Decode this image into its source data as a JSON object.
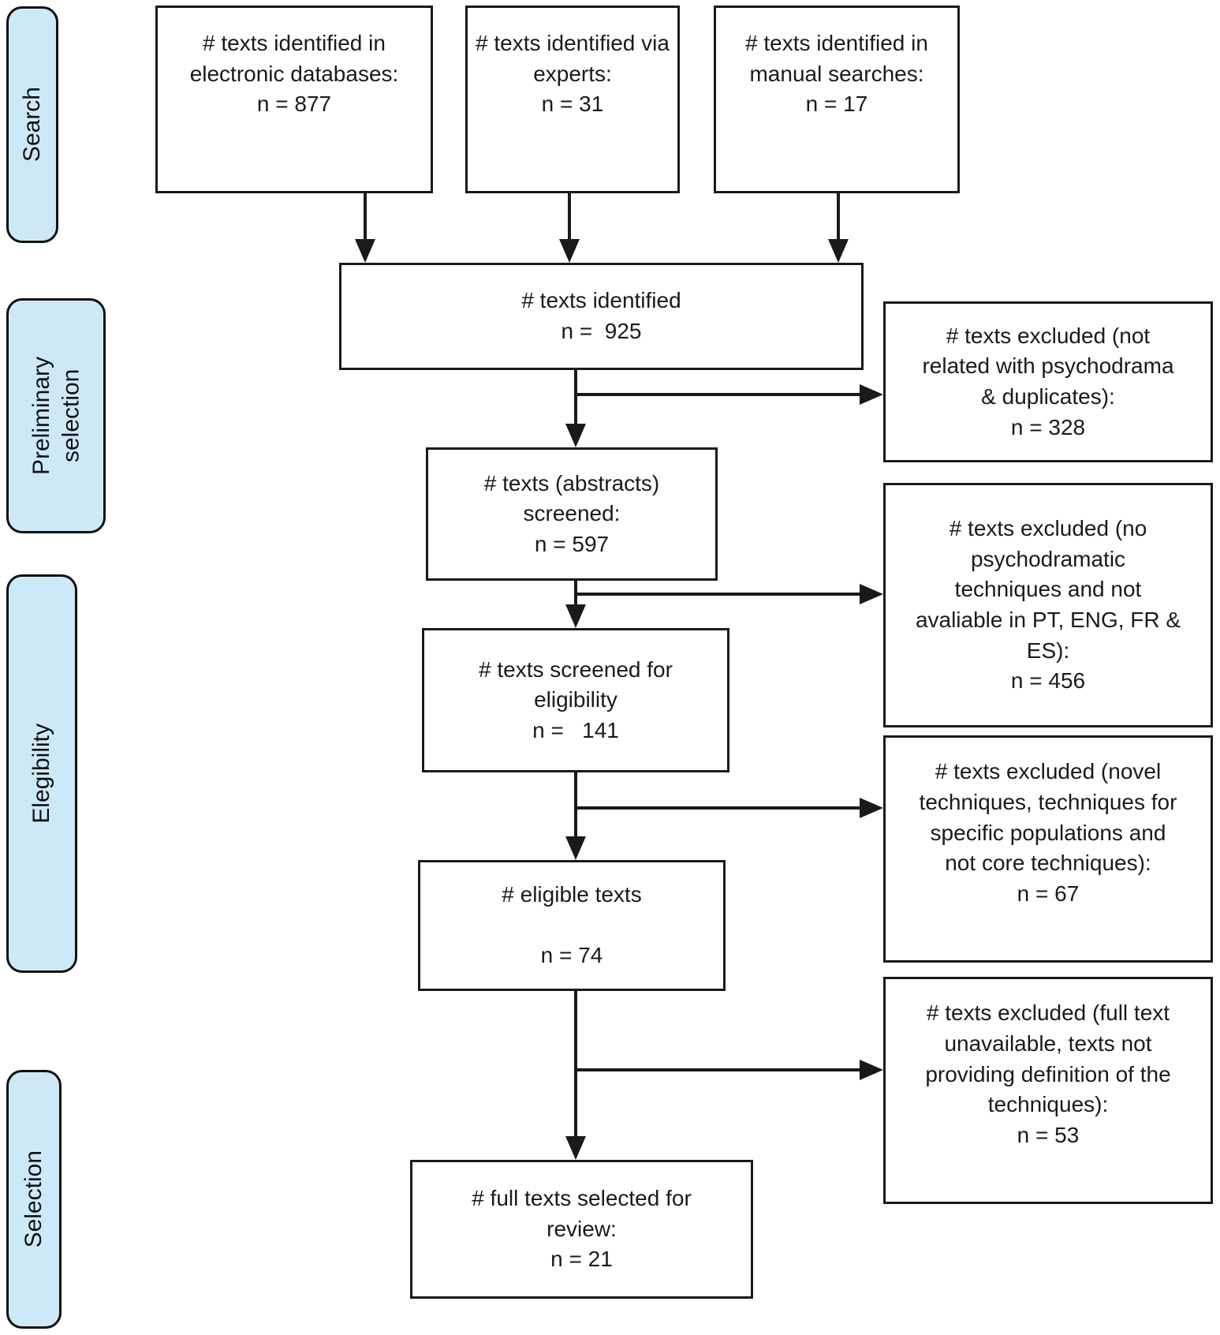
{
  "stages": [
    {
      "label": "Search"
    },
    {
      "label": "Preliminary\nselection"
    },
    {
      "label": "Elegibility"
    },
    {
      "label": "Selection"
    }
  ],
  "boxes": {
    "electronic": "# texts identified in\nelectronic databases:\nn = 877",
    "experts": "# texts identified via\nexperts:\nn = 31",
    "manual": "# texts identified in\nmanual searches:\nn = 17",
    "identified": "# texts identified\nn =  925",
    "abstracts_screened": "# texts (abstracts)\nscreened:\nn = 597",
    "eligibility_screened": "# texts screened for\neligibility\nn =   141",
    "eligible": "# eligible texts\n\nn = 74",
    "selected": "# full texts selected for\nreview:\nn = 21"
  },
  "excluded": [
    {
      "text": "# texts excluded (not\nrelated with psychodrama\n& duplicates):\nn = 328"
    },
    {
      "text": "# texts excluded (no\npsychodramatic\ntechniques and not\navaliable in PT, ENG, FR &\nES):\nn = 456"
    },
    {
      "text": "# texts excluded (novel\ntechniques, techniques for\nspecific populations and\nnot core techniques):\nn = 67"
    },
    {
      "text": "# texts excluded (full text\nunavailable, texts not\nproviding definition of the\ntechniques):\nn = 53"
    }
  ],
  "colors": {
    "stage_fill": "#cde9f8",
    "line": "#1a1a1a",
    "box_fill": "#ffffff"
  }
}
